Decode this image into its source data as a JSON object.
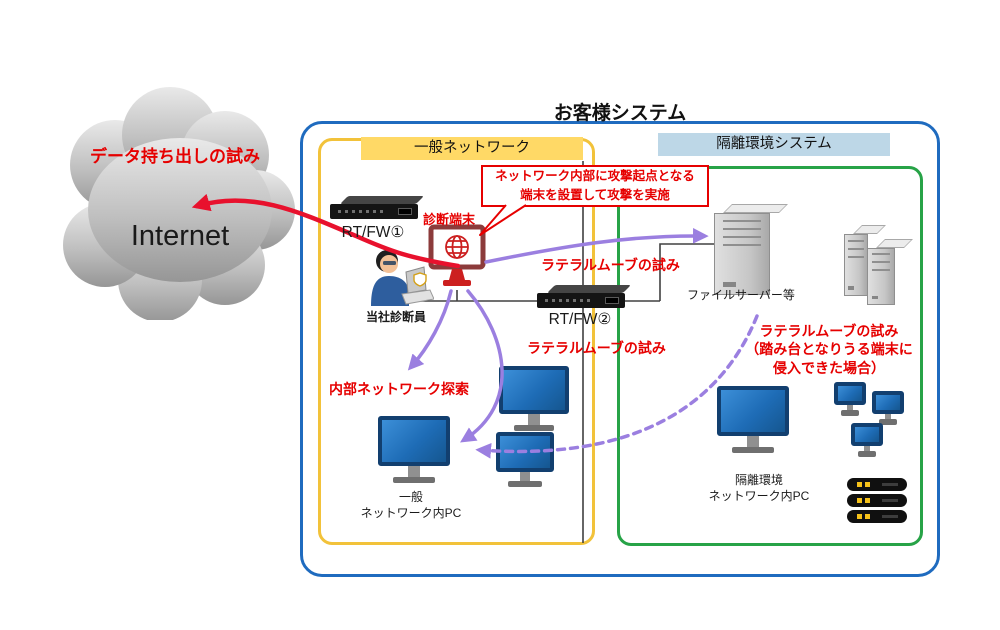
{
  "diagram": {
    "title": "お客様システム",
    "internet_label": "Internet",
    "general": {
      "header": "一般ネットワーク",
      "rtfw1_label": "RT/FW①",
      "rtfw2_label": "RT/FW②",
      "diag_terminal_label": "診断端末",
      "diagnostician_label": "当社診断員",
      "pc_label": [
        "一般",
        "ネットワーク内PC"
      ]
    },
    "isolated": {
      "header": "隔離環境システム",
      "file_server_label": "ファイルサーバー等",
      "pc_label": [
        "隔離環境",
        "ネットワーク内PC"
      ]
    },
    "annotations": {
      "data_exfiltration": "データ持ち出しの試み",
      "callout": [
        "ネットワーク内部に攻撃起点となる",
        "端末を設置して攻撃を実施"
      ],
      "lateral_move_top": "ラテラルムーブの試み",
      "lateral_move_mid": "ラテラルムーブの試み",
      "lateral_move_right": [
        "ラテラルムーブの試み",
        "（踏み台となりうる端末に",
        "侵入できた場合）"
      ],
      "internal_scan": "内部ネットワーク探索"
    },
    "colors": {
      "outer_border": "#1f6bbf",
      "general_border": "#f2c23a",
      "general_header_bg": "#ffd966",
      "isolated_border": "#27a347",
      "isolated_header_bg": "#bdd7e7",
      "annotation_red": "#e60000",
      "arrow_red": "#e8112d",
      "arrow_purple": "#9b7fe0",
      "cloud_gray": "#b3b3b3",
      "monitor_blue": "#1e6cb6"
    }
  }
}
